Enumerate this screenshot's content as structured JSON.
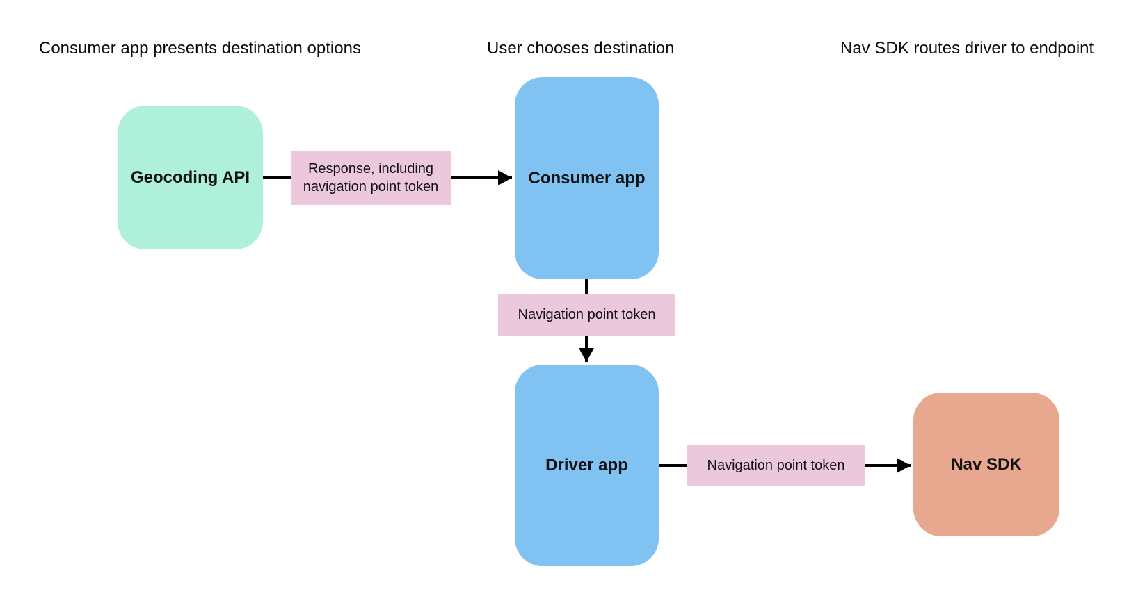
{
  "diagram": {
    "stage_labels": [
      "Consumer app presents destination options",
      "User chooses destination",
      "Nav SDK routes driver to endpoint"
    ],
    "nodes": {
      "geocoding_api": {
        "label": "Geocoding API",
        "color": "#aef0da"
      },
      "consumer_app": {
        "label": "Consumer app",
        "color": "#80c2f1"
      },
      "driver_app": {
        "label": "Driver app",
        "color": "#80c2f1"
      },
      "nav_sdk": {
        "label": "Nav SDK",
        "color": "#e8a78f"
      }
    },
    "edges": {
      "geocoding_to_consumer": {
        "label": "Response, including navigation point token",
        "label_bg": "#ecc8dc"
      },
      "consumer_to_driver": {
        "label": "Navigation point token",
        "label_bg": "#ecc8dc"
      },
      "driver_to_nav_sdk": {
        "label": "Navigation point token",
        "label_bg": "#ecc8dc"
      }
    },
    "colors": {
      "background": "#ffffff",
      "arrow": "#000000",
      "text": "#111111"
    }
  }
}
